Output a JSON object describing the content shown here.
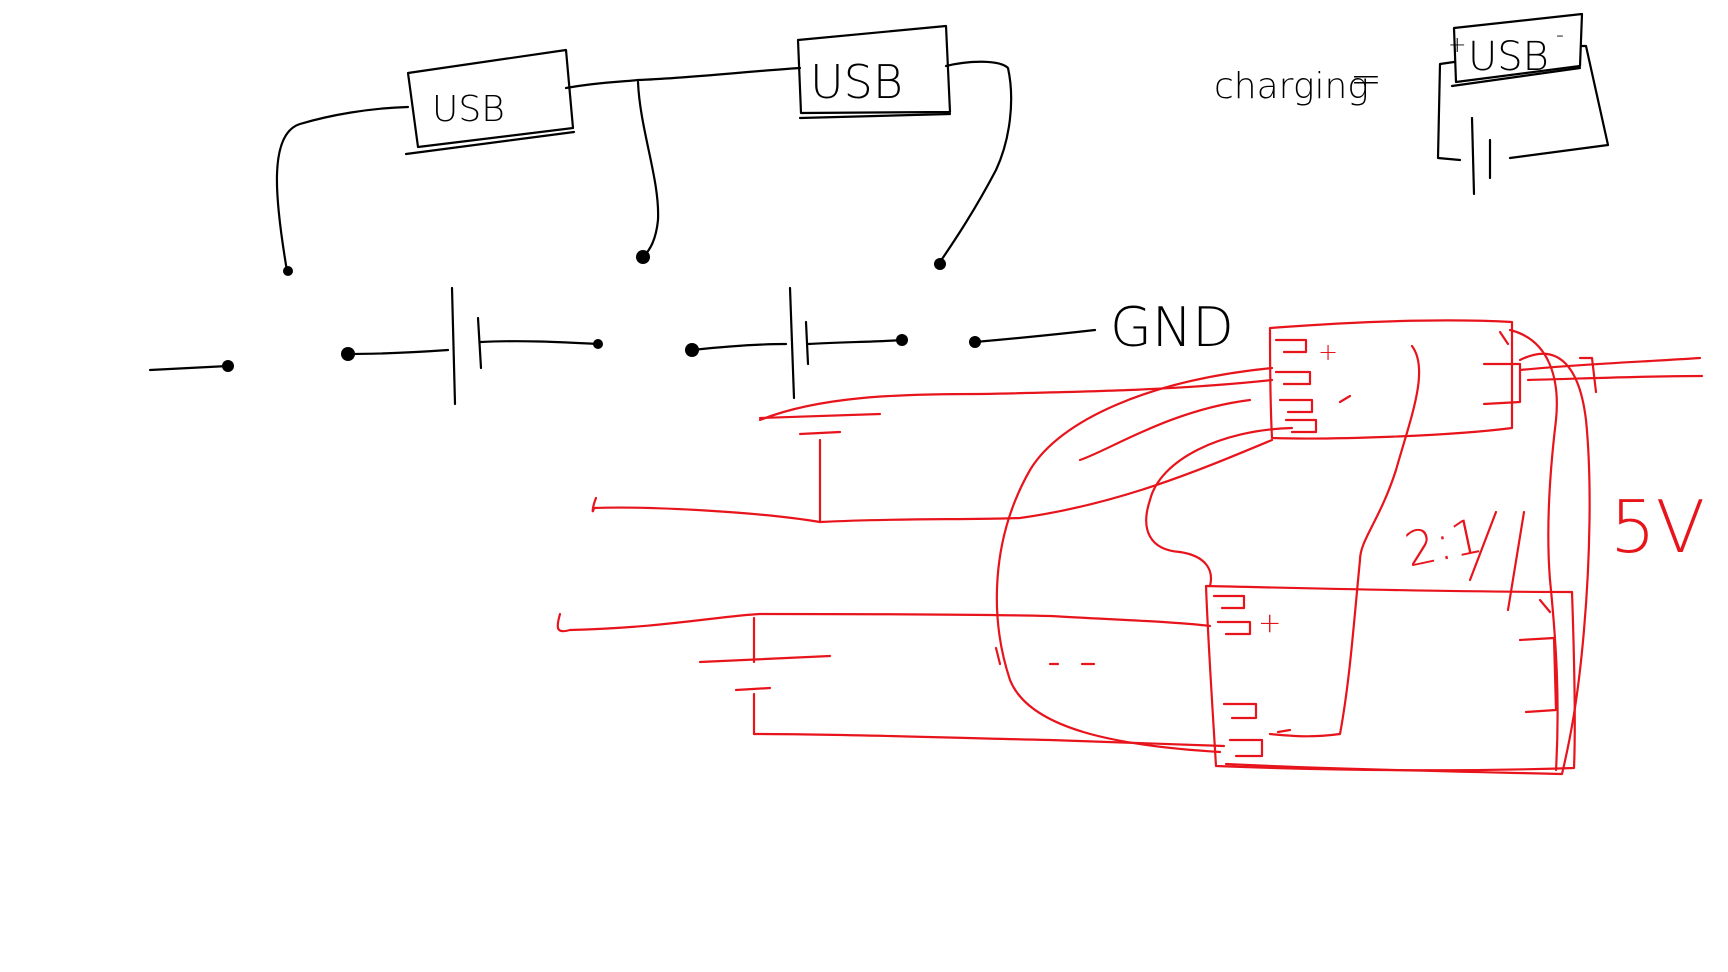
{
  "labels": {
    "usb_1": "USB",
    "usb_2": "USB",
    "charging": "charging",
    "equals": "=",
    "usb_charging": "USB",
    "plus_mark": "+",
    "minus_mark": "-",
    "gnd": "GND",
    "voltage": "5V",
    "ratio": "2:1"
  },
  "colors": {
    "black_ink": "#000000",
    "red_ink": "#e8141c",
    "background": "#ffffff"
  }
}
